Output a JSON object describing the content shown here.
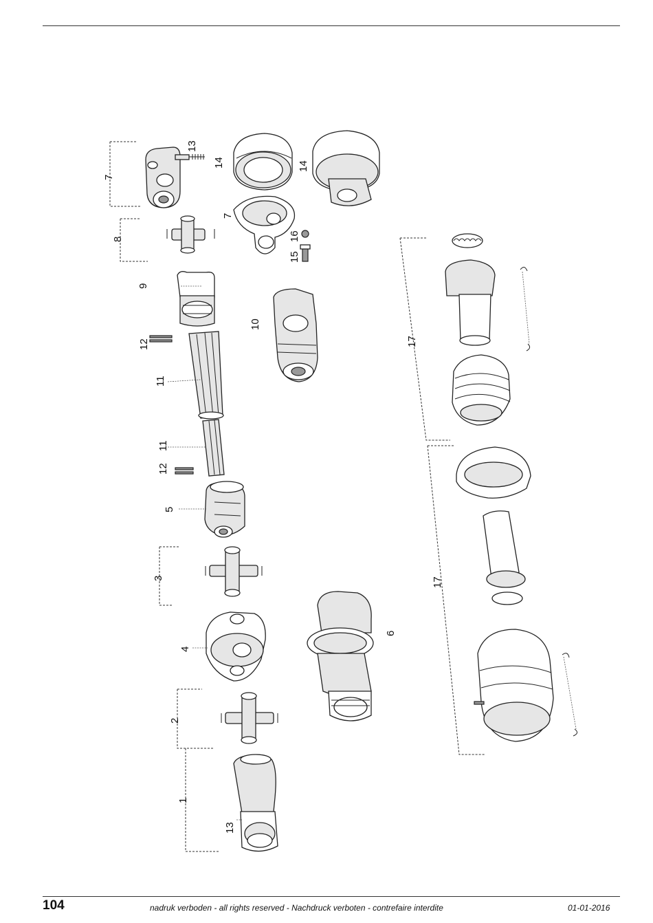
{
  "footer": {
    "page_number": "104",
    "notice": "nadruk verboden - all rights reserved - Nachdruck verboten - contrefaire interdite",
    "date": "01-01-2016"
  },
  "diagram": {
    "labels": {
      "l1": "1",
      "l2": "2",
      "l3": "3",
      "l4": "4",
      "l5": "5",
      "l6": "6",
      "l7a": "7",
      "l7b": "7",
      "l8": "8",
      "l9": "9",
      "l10": "10",
      "l11a": "11",
      "l11b": "11",
      "l12a": "12",
      "l12b": "12",
      "l13a": "13",
      "l13b": "13",
      "l14a": "14",
      "l14b": "14",
      "l15": "15",
      "l16": "16",
      "l17a": "17",
      "l17b": "17"
    }
  }
}
